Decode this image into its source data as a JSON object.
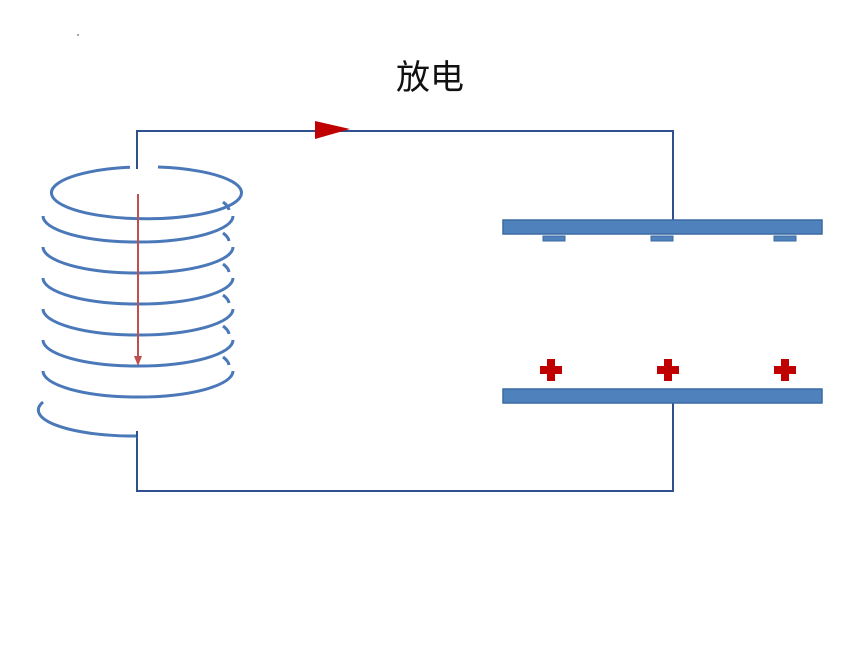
{
  "title": "放电",
  "colors": {
    "wire": "#2f4f8f",
    "coil": "#4a78b8",
    "plate_fill": "#4f81bd",
    "plate_stroke": "#3b6aa3",
    "arrow": "#c00000",
    "field_arrow": "#c0504d",
    "plus": "#c00000"
  },
  "icons": {
    "current_direction": "arrow-right-triangle",
    "charge": "plus-sign"
  },
  "coil": {
    "turns": 8
  },
  "bottom_plate": {
    "charge_signs": 3
  },
  "top_plate": {
    "charge_marks": 3
  }
}
